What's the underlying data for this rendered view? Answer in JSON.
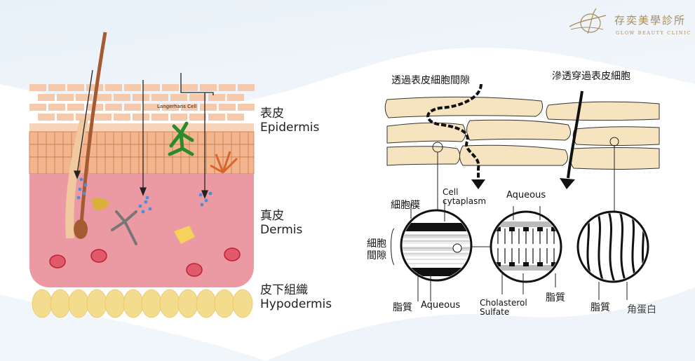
{
  "brand": {
    "name_cn": "存奕美學診所",
    "name_en": "GLOW BEAUTY CLINIC",
    "color": "#a98c5b"
  },
  "skin_diagram": {
    "cell_annotation": "Langerhans Cell",
    "layers": [
      {
        "cn": "表皮",
        "en": "Epidermis"
      },
      {
        "cn": "真皮",
        "en": "Dermis"
      },
      {
        "cn": "皮下組織",
        "en": "Hypodermis"
      }
    ],
    "colors": {
      "epidermis": "#f3c6a6",
      "dermis": "#eb9aa3",
      "hypodermis": "#f3dc8e",
      "keratinocyte": "#e8a77c"
    }
  },
  "pathway_diagram": {
    "top_labels": {
      "intercellular": "透過表皮細胞間隙",
      "transcellular": "滲透穿過表皮細胞"
    },
    "circle1": {
      "membrane_label": "細胞膜",
      "cytoplasm_label": [
        "Cell",
        "cytaplasm"
      ],
      "gap_label": [
        "細胞",
        "間隙"
      ],
      "bottom_labels": [
        "脂質",
        "Aqueous"
      ]
    },
    "circle2": {
      "top_label": "Aqueous",
      "bottom_label": [
        "Cholasterol",
        "Sulfate"
      ],
      "right_label": "脂質"
    },
    "circle3": {
      "bottom_labels": [
        "脂質",
        "角蛋白"
      ]
    },
    "colors": {
      "corneocyte": "#f6e4c0",
      "outline": "#222222"
    }
  }
}
